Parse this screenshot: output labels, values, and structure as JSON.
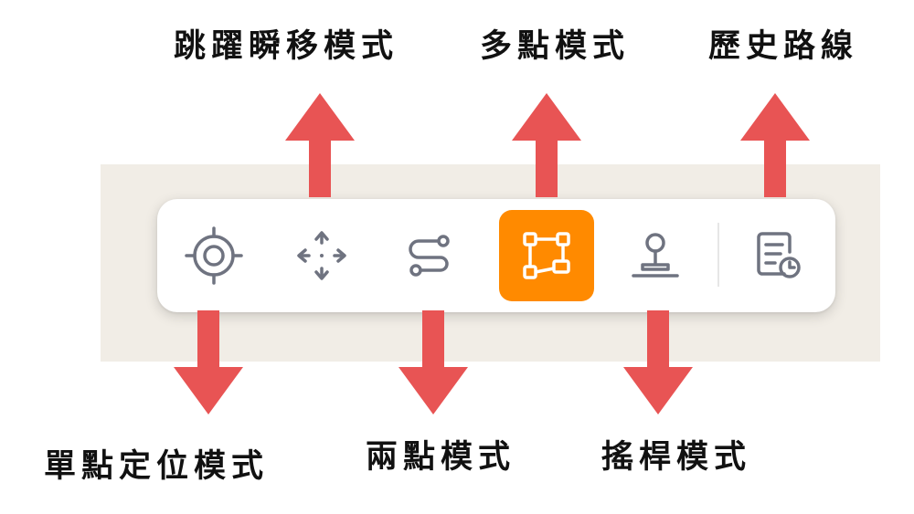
{
  "colors": {
    "accent": "#ff8a00",
    "icon": "#6f7380",
    "arrow": "#e85454",
    "map_background": "#f1ede6"
  },
  "toolbar": {
    "tools": [
      {
        "id": "single",
        "icon": "crosshair-icon",
        "active": false
      },
      {
        "id": "teleport",
        "icon": "move-arrows-icon",
        "active": false
      },
      {
        "id": "two-point",
        "icon": "route-icon",
        "active": false
      },
      {
        "id": "multi-point",
        "icon": "polygon-points-icon",
        "active": true
      },
      {
        "id": "joystick",
        "icon": "joystick-icon",
        "active": false
      },
      {
        "id": "history",
        "icon": "history-clock-icon",
        "active": false
      }
    ]
  },
  "labels": {
    "teleport": "跳躍瞬移模式",
    "multi_point": "多點模式",
    "history": "歷史路線",
    "single_point": "單點定位模式",
    "two_point": "兩點模式",
    "joystick": "搖桿模式"
  }
}
